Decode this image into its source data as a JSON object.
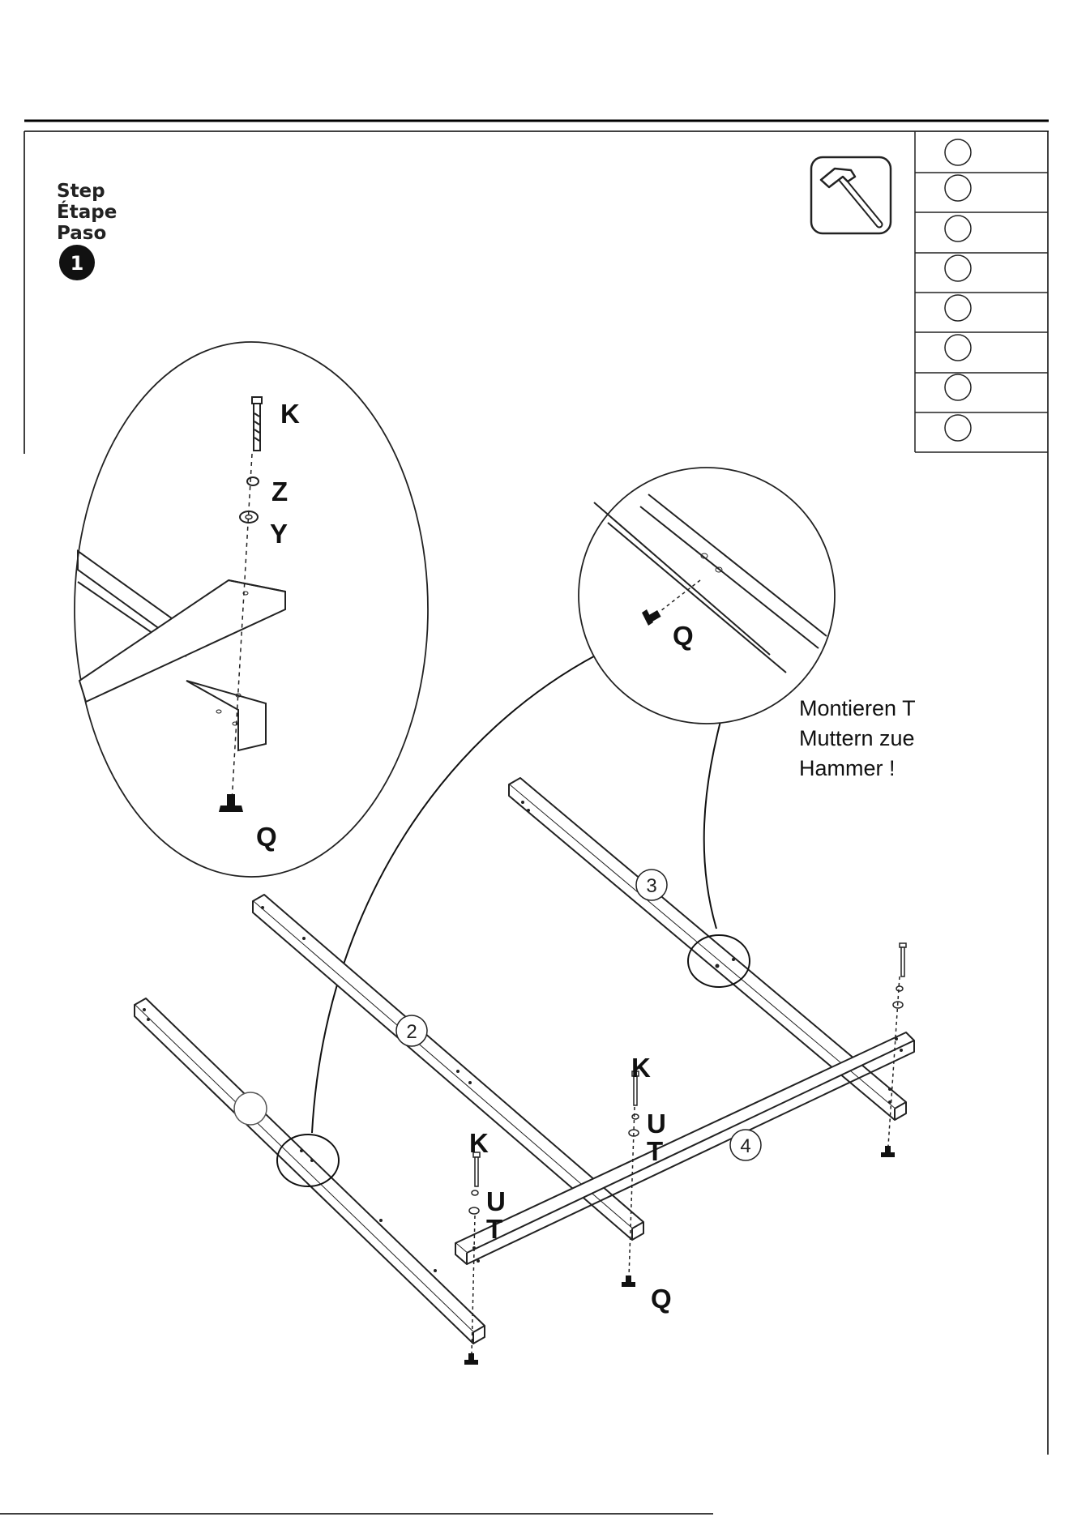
{
  "step": {
    "labels": [
      "Step",
      "Étape",
      "Paso"
    ],
    "number": "1"
  },
  "tool": {
    "icon": "hammer-icon"
  },
  "checklist_rows": 8,
  "detail_left": {
    "labels": {
      "bolt": "K",
      "lock_washer": "Z",
      "flat_washer": "Y",
      "nut": "Q"
    }
  },
  "detail_right": {
    "labels": {
      "nut": "Q"
    }
  },
  "note": {
    "lines": [
      "Montieren T",
      "Muttern zue",
      "Hammer !"
    ]
  },
  "parts": {
    "beam_2": "2",
    "beam_3": "3",
    "beam_4": "4"
  },
  "hardware": {
    "left": {
      "bolt": "K",
      "washer_u": "U",
      "washer_t": "T"
    },
    "center": {
      "bolt": "K",
      "washer_u": "U",
      "washer_t": "T",
      "nut": "Q"
    }
  }
}
